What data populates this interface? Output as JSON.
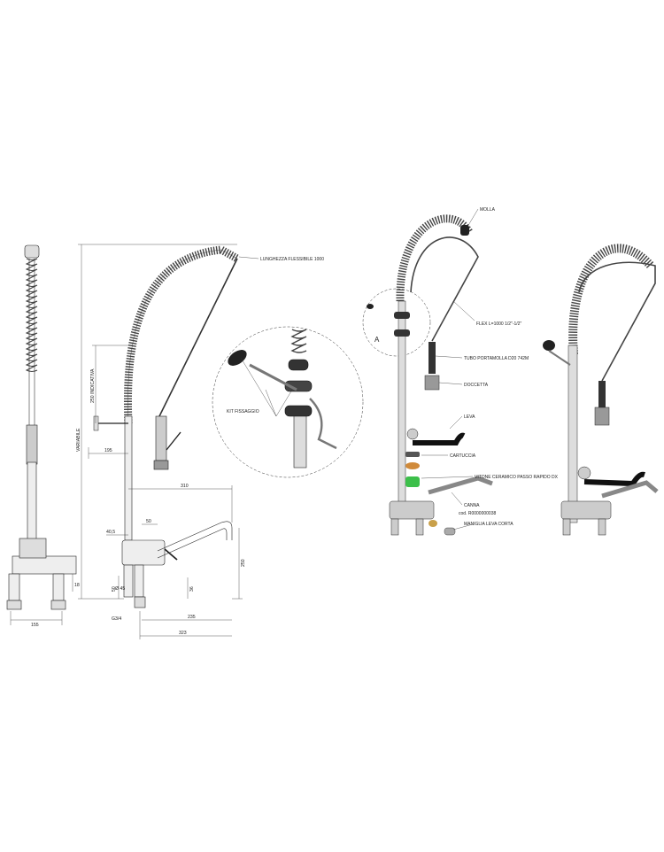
{
  "labels": {
    "lunghezza_flessibile": "LUNGHEZZA FLESSIBILE 1000",
    "kit_fissaggio": "KIT FISSAGGIO",
    "indicativa": "250 INDICATIVA",
    "variabile": "VARIABILE",
    "molla": "MOLLA",
    "flex": "FLEX L=1000 1/2\"-1/2\"",
    "tubo_portamolla": "TUBO PORTAMOLLA D20 742M",
    "doccetta": "DOCCETTA",
    "leva": "LEVA",
    "cartuccia": "CARTUCCIA",
    "vitone": "VITONE CERAMICO PASSO RAPIDO DX",
    "canna": "CANNA",
    "canna_code": "cod. R0000000038",
    "maniglia": "MANIGLIA LEVA CORTA",
    "detail_marker": "A"
  },
  "dimensions": {
    "d155": "155",
    "d310": "310",
    "d195": "195",
    "d50": "50",
    "d405": "40,5",
    "d250": "250",
    "d50b": "50",
    "d36": "36",
    "d45": "Ø 45",
    "d18": "18",
    "d634": "G3/4",
    "d235": "235",
    "d323": "323"
  }
}
